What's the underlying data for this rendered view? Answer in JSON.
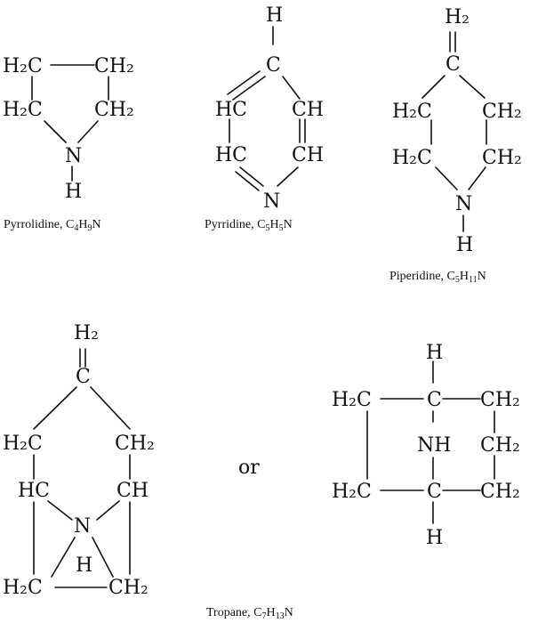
{
  "molecules": {
    "pyrrolidine": {
      "name": "Pyrrolidine",
      "formula": {
        "prefix": "C",
        "c_sub": "4",
        "h": "H",
        "h_sub": "9",
        "n": "N"
      },
      "atoms": {
        "top_left": "H₂C",
        "top_right": "CH₂",
        "mid_left": "H₂C",
        "mid_right": "CH₂",
        "n": "N",
        "h": "H"
      }
    },
    "pyridine": {
      "name": "Pyrridine",
      "formula": {
        "prefix": "C",
        "c_sub": "5",
        "h": "H",
        "h_sub": "5",
        "n": "N"
      },
      "atoms": {
        "h_top": "H",
        "c_top": "C",
        "left_upper": "HC",
        "right_upper": "CH",
        "left_lower": "HC",
        "right_lower": "CH",
        "n": "N"
      }
    },
    "piperidine": {
      "name": "Piperidine",
      "formula": {
        "prefix": "C",
        "c_sub": "5",
        "h": "H",
        "h_sub": "11",
        "n": "N"
      },
      "atoms": {
        "h2_top": "H₂",
        "c_top": "C",
        "left_upper": "H₂C",
        "right_upper": "CH₂",
        "left_lower": "H₂C",
        "right_lower": "CH₂",
        "n": "N",
        "h": "H"
      }
    },
    "tropane": {
      "name": "Tropane",
      "formula": {
        "prefix": "C",
        "c_sub": "7",
        "h": "H",
        "h_sub": "13",
        "n": "N"
      },
      "form_a": {
        "h2_top": "H₂",
        "c_top": "C",
        "left_upper": "H₂C",
        "right_upper": "CH₂",
        "left_mid": "HC",
        "right_mid": "CH",
        "n": "N",
        "nh_h": "H",
        "bottom_left": "H₂C",
        "bottom_right": "CH₂"
      },
      "connector": "or",
      "form_b": {
        "h_top": "H",
        "top_left": "H₂C",
        "top_mid": "C",
        "top_right": "CH₂",
        "nh": "NH",
        "right_mid": "CH₂",
        "bottom_left": "H₂C",
        "bottom_mid": "C",
        "bottom_right": "CH₂",
        "h_bottom": "H"
      }
    }
  }
}
